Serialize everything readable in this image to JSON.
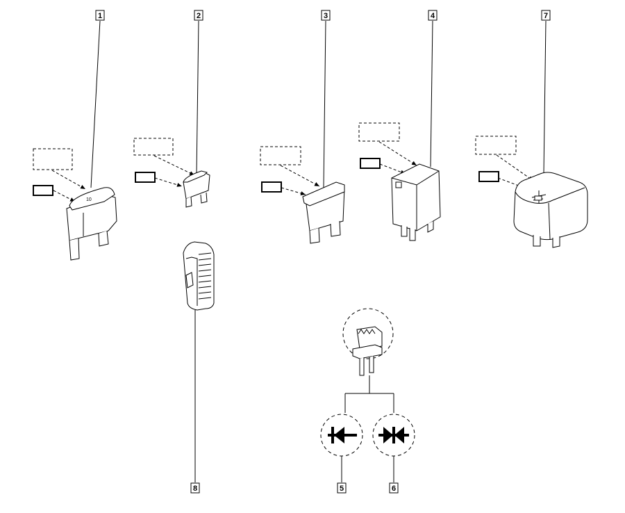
{
  "callouts": {
    "c1": "1",
    "c2": "2",
    "c3": "3",
    "c4": "4",
    "c5": "5",
    "c6": "6",
    "c7": "7",
    "c8": "8"
  },
  "fuse_marking": "10"
}
